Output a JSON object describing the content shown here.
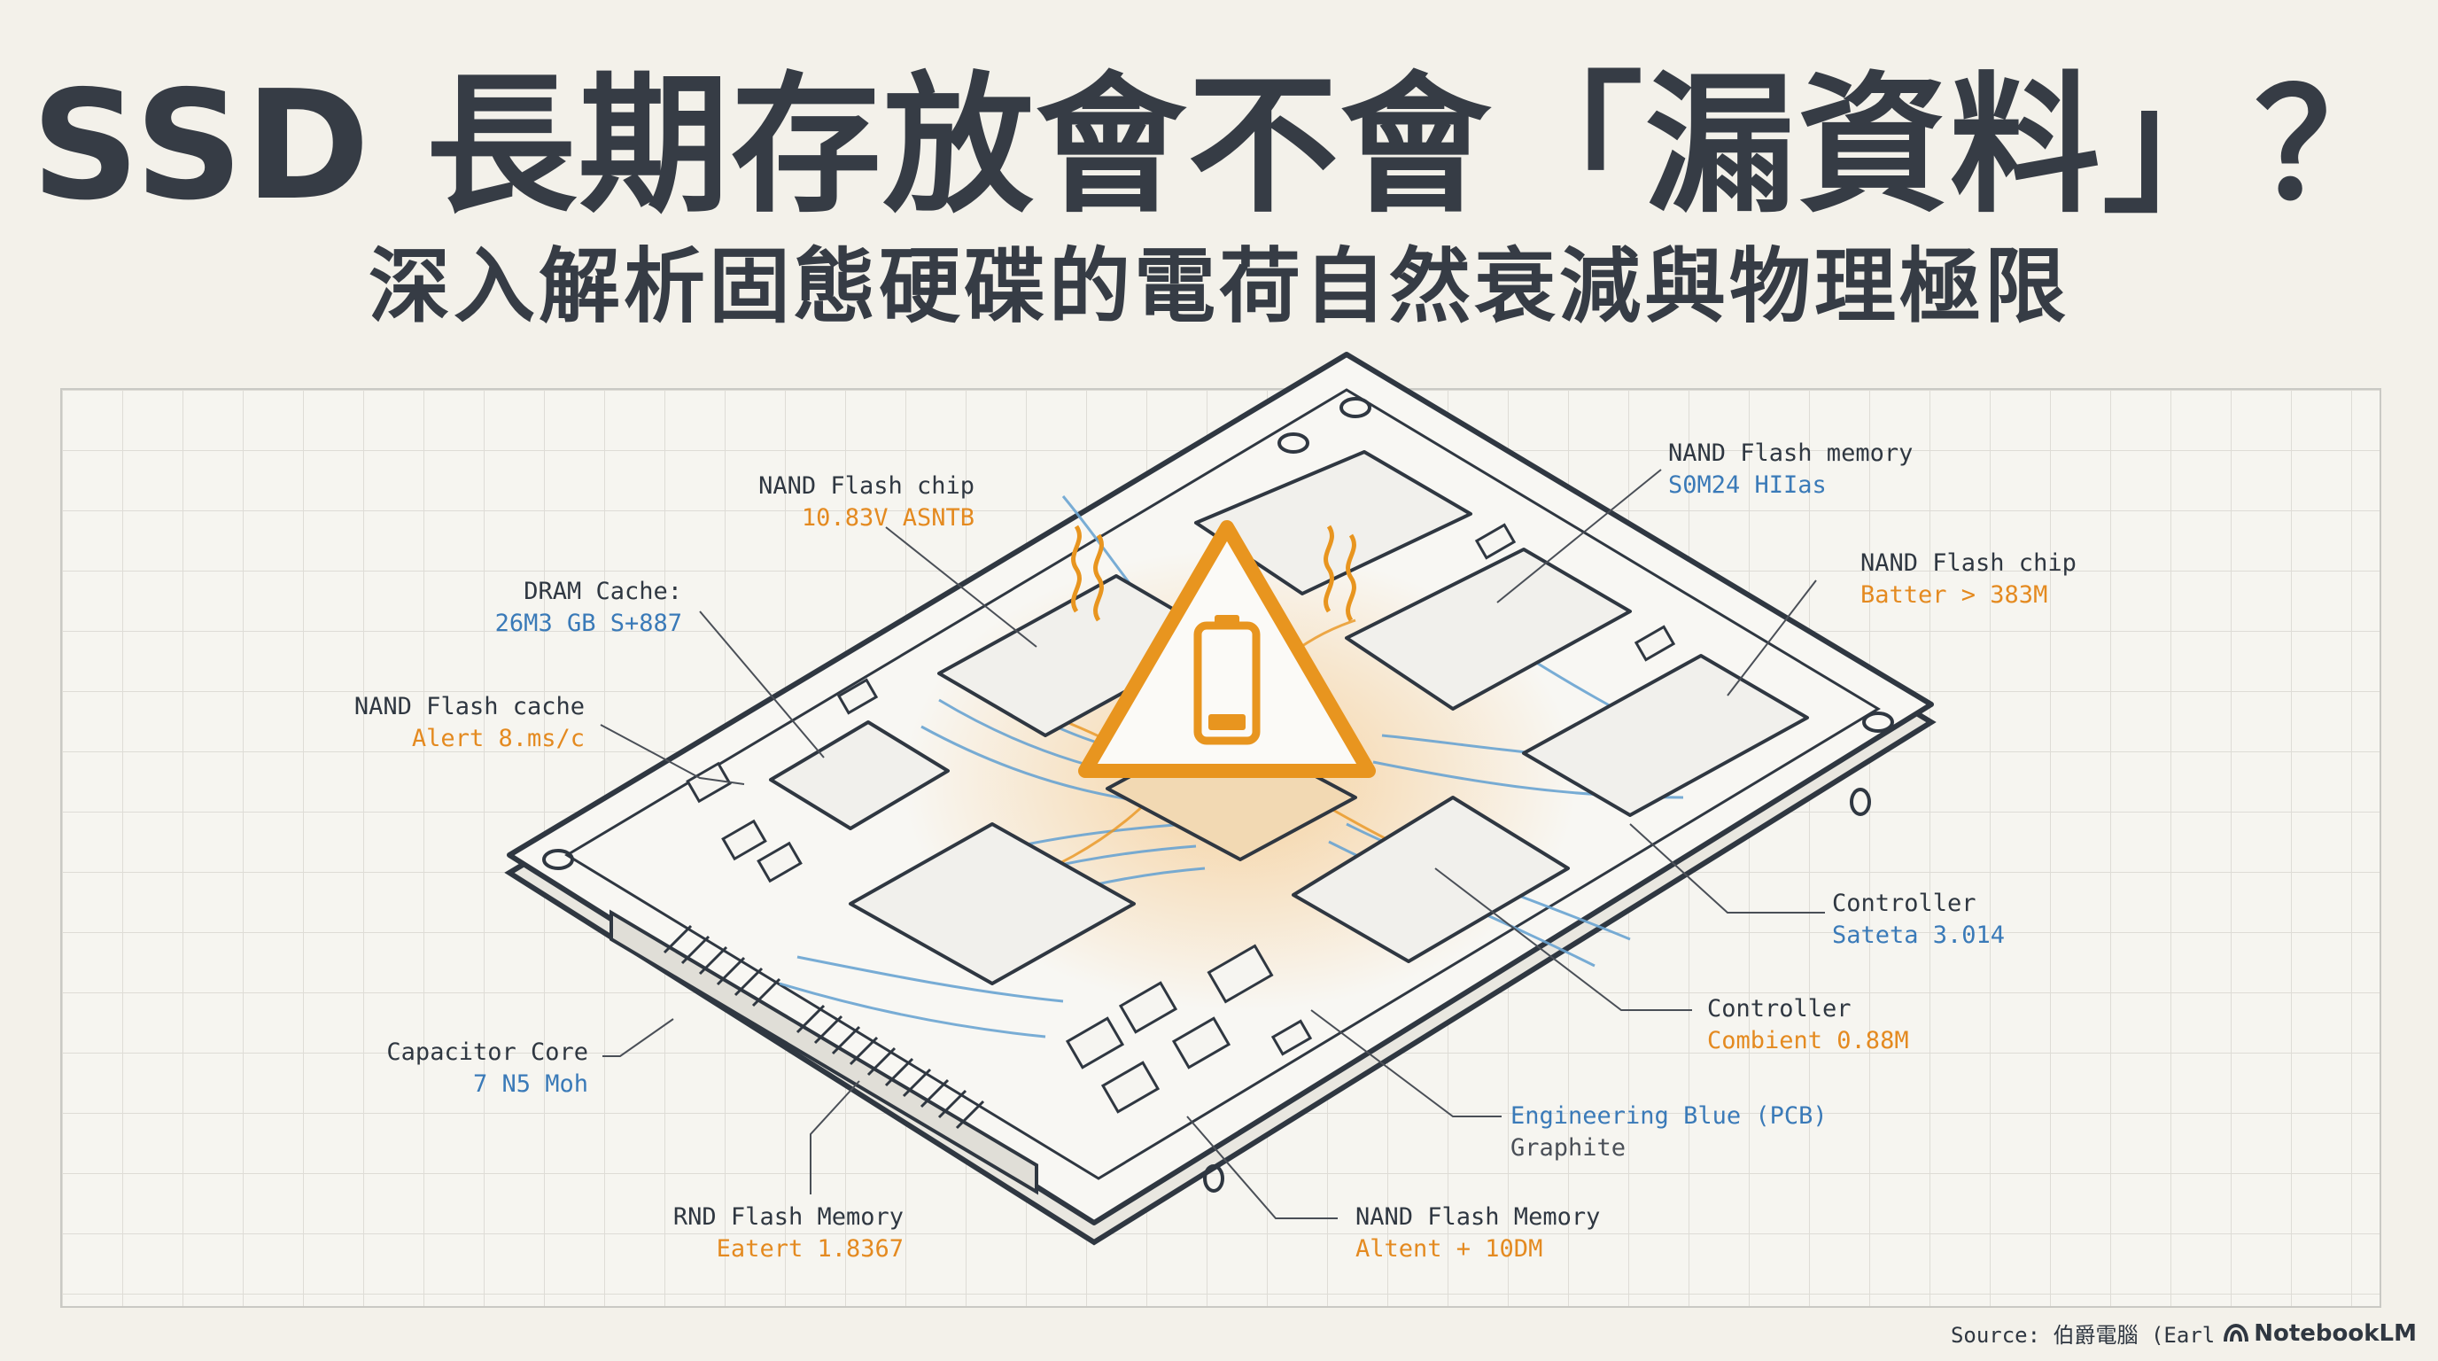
{
  "title": "SSD 長期存放會不會「漏資料」？",
  "subtitle": "深入解析固態硬碟的電荷自然衰減與物理極限",
  "labels": {
    "nand_chip_top": {
      "title": "NAND Flash chip",
      "value": "10.83V ASNTB"
    },
    "nand_memory_top": {
      "title": "NAND Flash memory",
      "value": "S0M24 HIIas"
    },
    "dram_cache": {
      "title": "DRAM Cache:",
      "value": "26M3 GB S+887"
    },
    "nand_chip_right": {
      "title": "NAND Flash chip",
      "value": "Batter > 383M"
    },
    "nand_cache": {
      "title": "NAND Flash cache",
      "value": "Alert 8.ms/c"
    },
    "controller_1": {
      "title": "Controller",
      "value": "Sateta 3.014"
    },
    "controller_2": {
      "title": "Controller",
      "value": "Combient 0.88M"
    },
    "capacitor": {
      "title": "Capacitor Core",
      "value": "7 N5 Moh"
    },
    "pcb": {
      "title": "Engineering Blue (PCB)",
      "value": "Graphite"
    },
    "nand_memory_left": {
      "title": "RND Flash Memory",
      "value": "Eatert 1.8367"
    },
    "nand_memory_right": {
      "title": "NAND Flash Memory",
      "value": "Altent + 10DM"
    }
  },
  "source": {
    "text": "Source: 伯爵電腦 (Earl",
    "brand": "NotebookLM"
  },
  "colors": {
    "accent_orange": "#e8951f",
    "trace_blue": "#5f9fd0",
    "ink": "#2f3741"
  },
  "icons": [
    "warning-triangle-icon",
    "low-battery-icon",
    "heat-wave-icon",
    "notebooklm-logo-icon"
  ]
}
